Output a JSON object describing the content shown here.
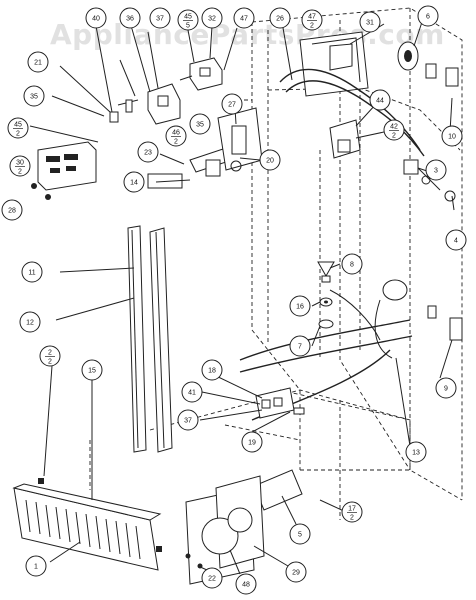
{
  "watermark": "AppliancePartsPros.com",
  "callouts": [
    {
      "id": "c40",
      "label": "40"
    },
    {
      "id": "c36",
      "label": "36"
    },
    {
      "id": "c37a",
      "label": "37"
    },
    {
      "id": "c45_5",
      "label": "45/5"
    },
    {
      "id": "c32",
      "label": "32"
    },
    {
      "id": "c47a",
      "label": "47"
    },
    {
      "id": "c26",
      "label": "26"
    },
    {
      "id": "c47_2",
      "label": "47/2"
    },
    {
      "id": "c31",
      "label": "31"
    },
    {
      "id": "c6a",
      "label": "6"
    },
    {
      "id": "c21",
      "label": "21"
    },
    {
      "id": "c35a",
      "label": "35"
    },
    {
      "id": "c45_2",
      "label": "45/2"
    },
    {
      "id": "c27",
      "label": "27"
    },
    {
      "id": "c44",
      "label": "44"
    },
    {
      "id": "c10",
      "label": "10"
    },
    {
      "id": "c46_2",
      "label": "46/2"
    },
    {
      "id": "c35b",
      "label": "35"
    },
    {
      "id": "c42_2",
      "label": "42/2"
    },
    {
      "id": "c30_2",
      "label": "30/2"
    },
    {
      "id": "c23",
      "label": "23"
    },
    {
      "id": "c20",
      "label": "20"
    },
    {
      "id": "c3",
      "label": "3"
    },
    {
      "id": "c28",
      "label": "28"
    },
    {
      "id": "c14",
      "label": "14"
    },
    {
      "id": "c4",
      "label": "4"
    },
    {
      "id": "c11",
      "label": "11"
    },
    {
      "id": "c8",
      "label": "8"
    },
    {
      "id": "c12",
      "label": "12"
    },
    {
      "id": "c16",
      "label": "16"
    },
    {
      "id": "c7",
      "label": "7"
    },
    {
      "id": "c2_2",
      "label": "2/2"
    },
    {
      "id": "c15",
      "label": "15"
    },
    {
      "id": "c18",
      "label": "18"
    },
    {
      "id": "c41",
      "label": "41"
    },
    {
      "id": "c9",
      "label": "9"
    },
    {
      "id": "c37b",
      "label": "37"
    },
    {
      "id": "c13",
      "label": "13"
    },
    {
      "id": "c19",
      "label": "19"
    },
    {
      "id": "c17_2",
      "label": "17/2"
    },
    {
      "id": "c5",
      "label": "5"
    },
    {
      "id": "c1",
      "label": "1"
    },
    {
      "id": "c29",
      "label": "29"
    },
    {
      "id": "c22",
      "label": "22"
    },
    {
      "id": "c48",
      "label": "48"
    }
  ]
}
